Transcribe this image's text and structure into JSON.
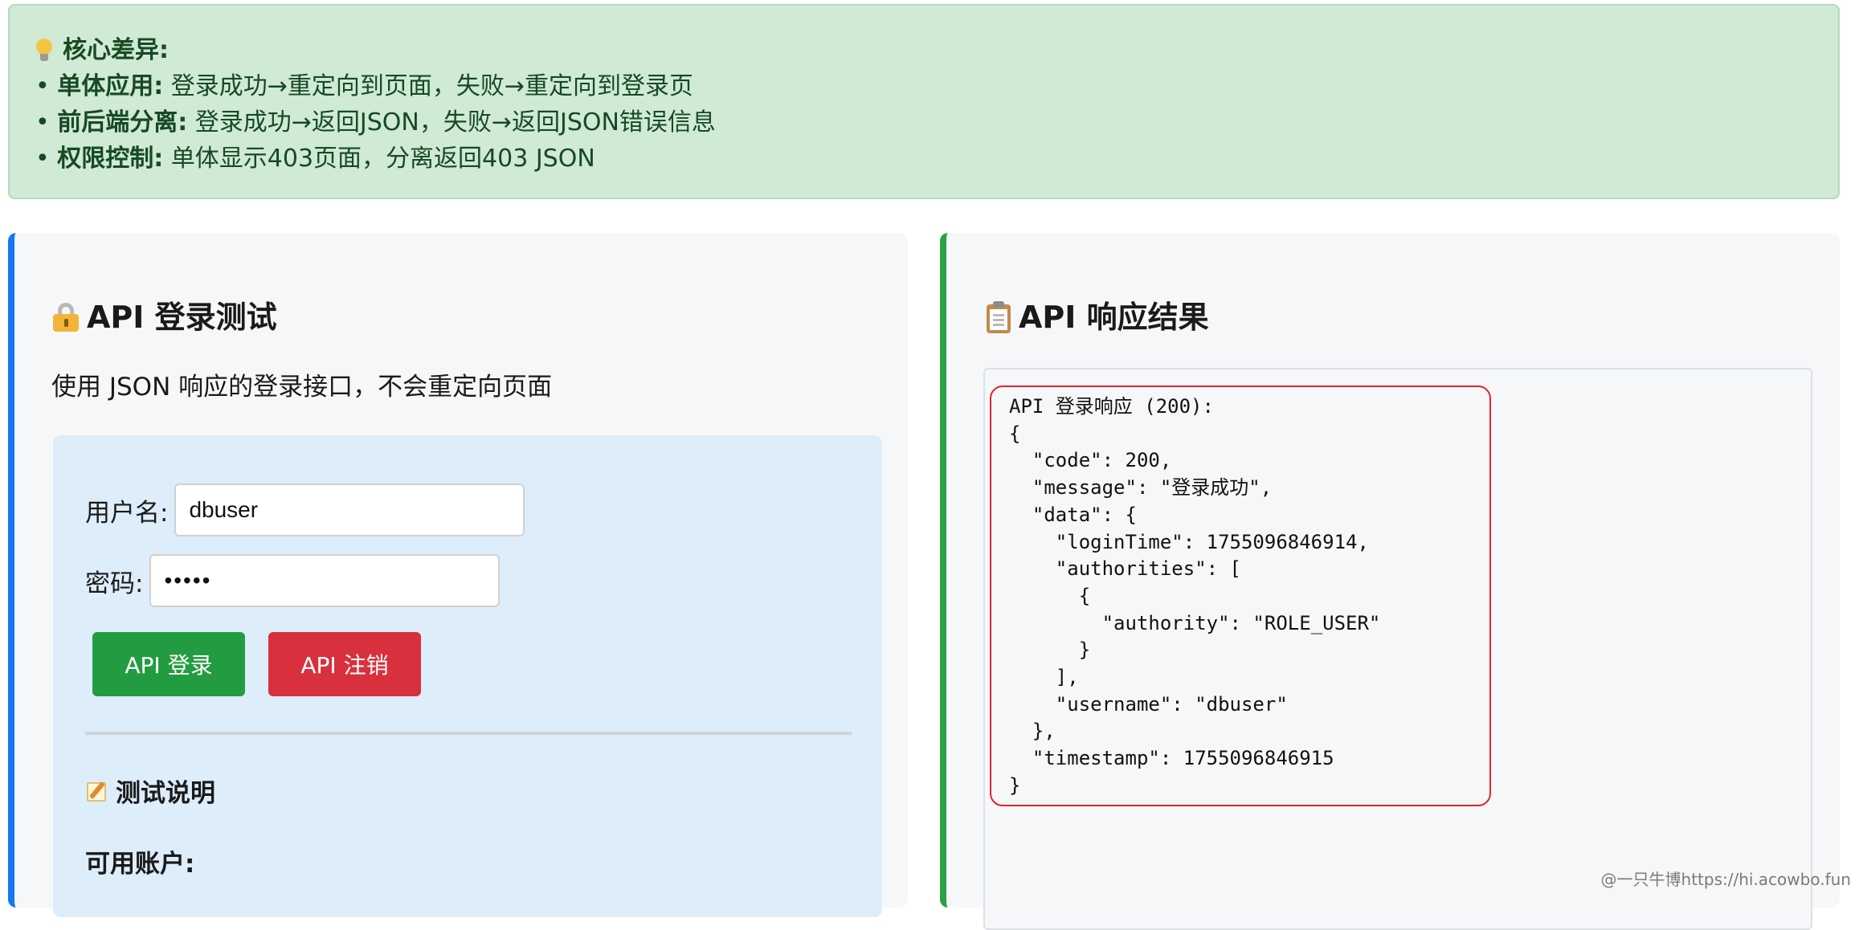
{
  "notice": {
    "title_icon": "lightbulb-icon",
    "title": "核心差异:",
    "lines": [
      {
        "bullet": "• ",
        "label": "单体应用:",
        "text": " 登录成功→重定向到页面，失败→重定向到登录页"
      },
      {
        "bullet": "• ",
        "label": "前后端分离:",
        "text": " 登录成功→返回JSON，失败→返回JSON错误信息"
      },
      {
        "bullet": "• ",
        "label": "权限控制:",
        "text": " 单体显示403页面，分离返回403 JSON"
      }
    ]
  },
  "left_panel": {
    "title_icon": "lock-icon",
    "title": "API 登录测试",
    "accent_color": "#1877f2",
    "description": "使用 JSON 响应的登录接口，不会重定向页面",
    "form": {
      "username_label": "用户名:",
      "username_value": "dbuser",
      "password_label": "密码:",
      "password_value": "•••••",
      "login_button": "API 登录",
      "logout_button": "API 注销"
    },
    "notes_icon": "memo-icon",
    "notes_title": "测试说明",
    "accounts_title": "可用账户:"
  },
  "right_panel": {
    "title_icon": "clipboard-icon",
    "title": "API 响应结果",
    "accent_color": "#2aa247",
    "response_text": "API 登录响应 (200):\n{\n  \"code\": 200,\n  \"message\": \"登录成功\",\n  \"data\": {\n    \"loginTime\": 1755096846914,\n    \"authorities\": [\n      {\n        \"authority\": \"ROLE_USER\"\n      }\n    ],\n    \"username\": \"dbuser\"\n  },\n  \"timestamp\": 1755096846915\n}"
  },
  "watermark": "@一只牛博https://hi.acowbo.fun"
}
